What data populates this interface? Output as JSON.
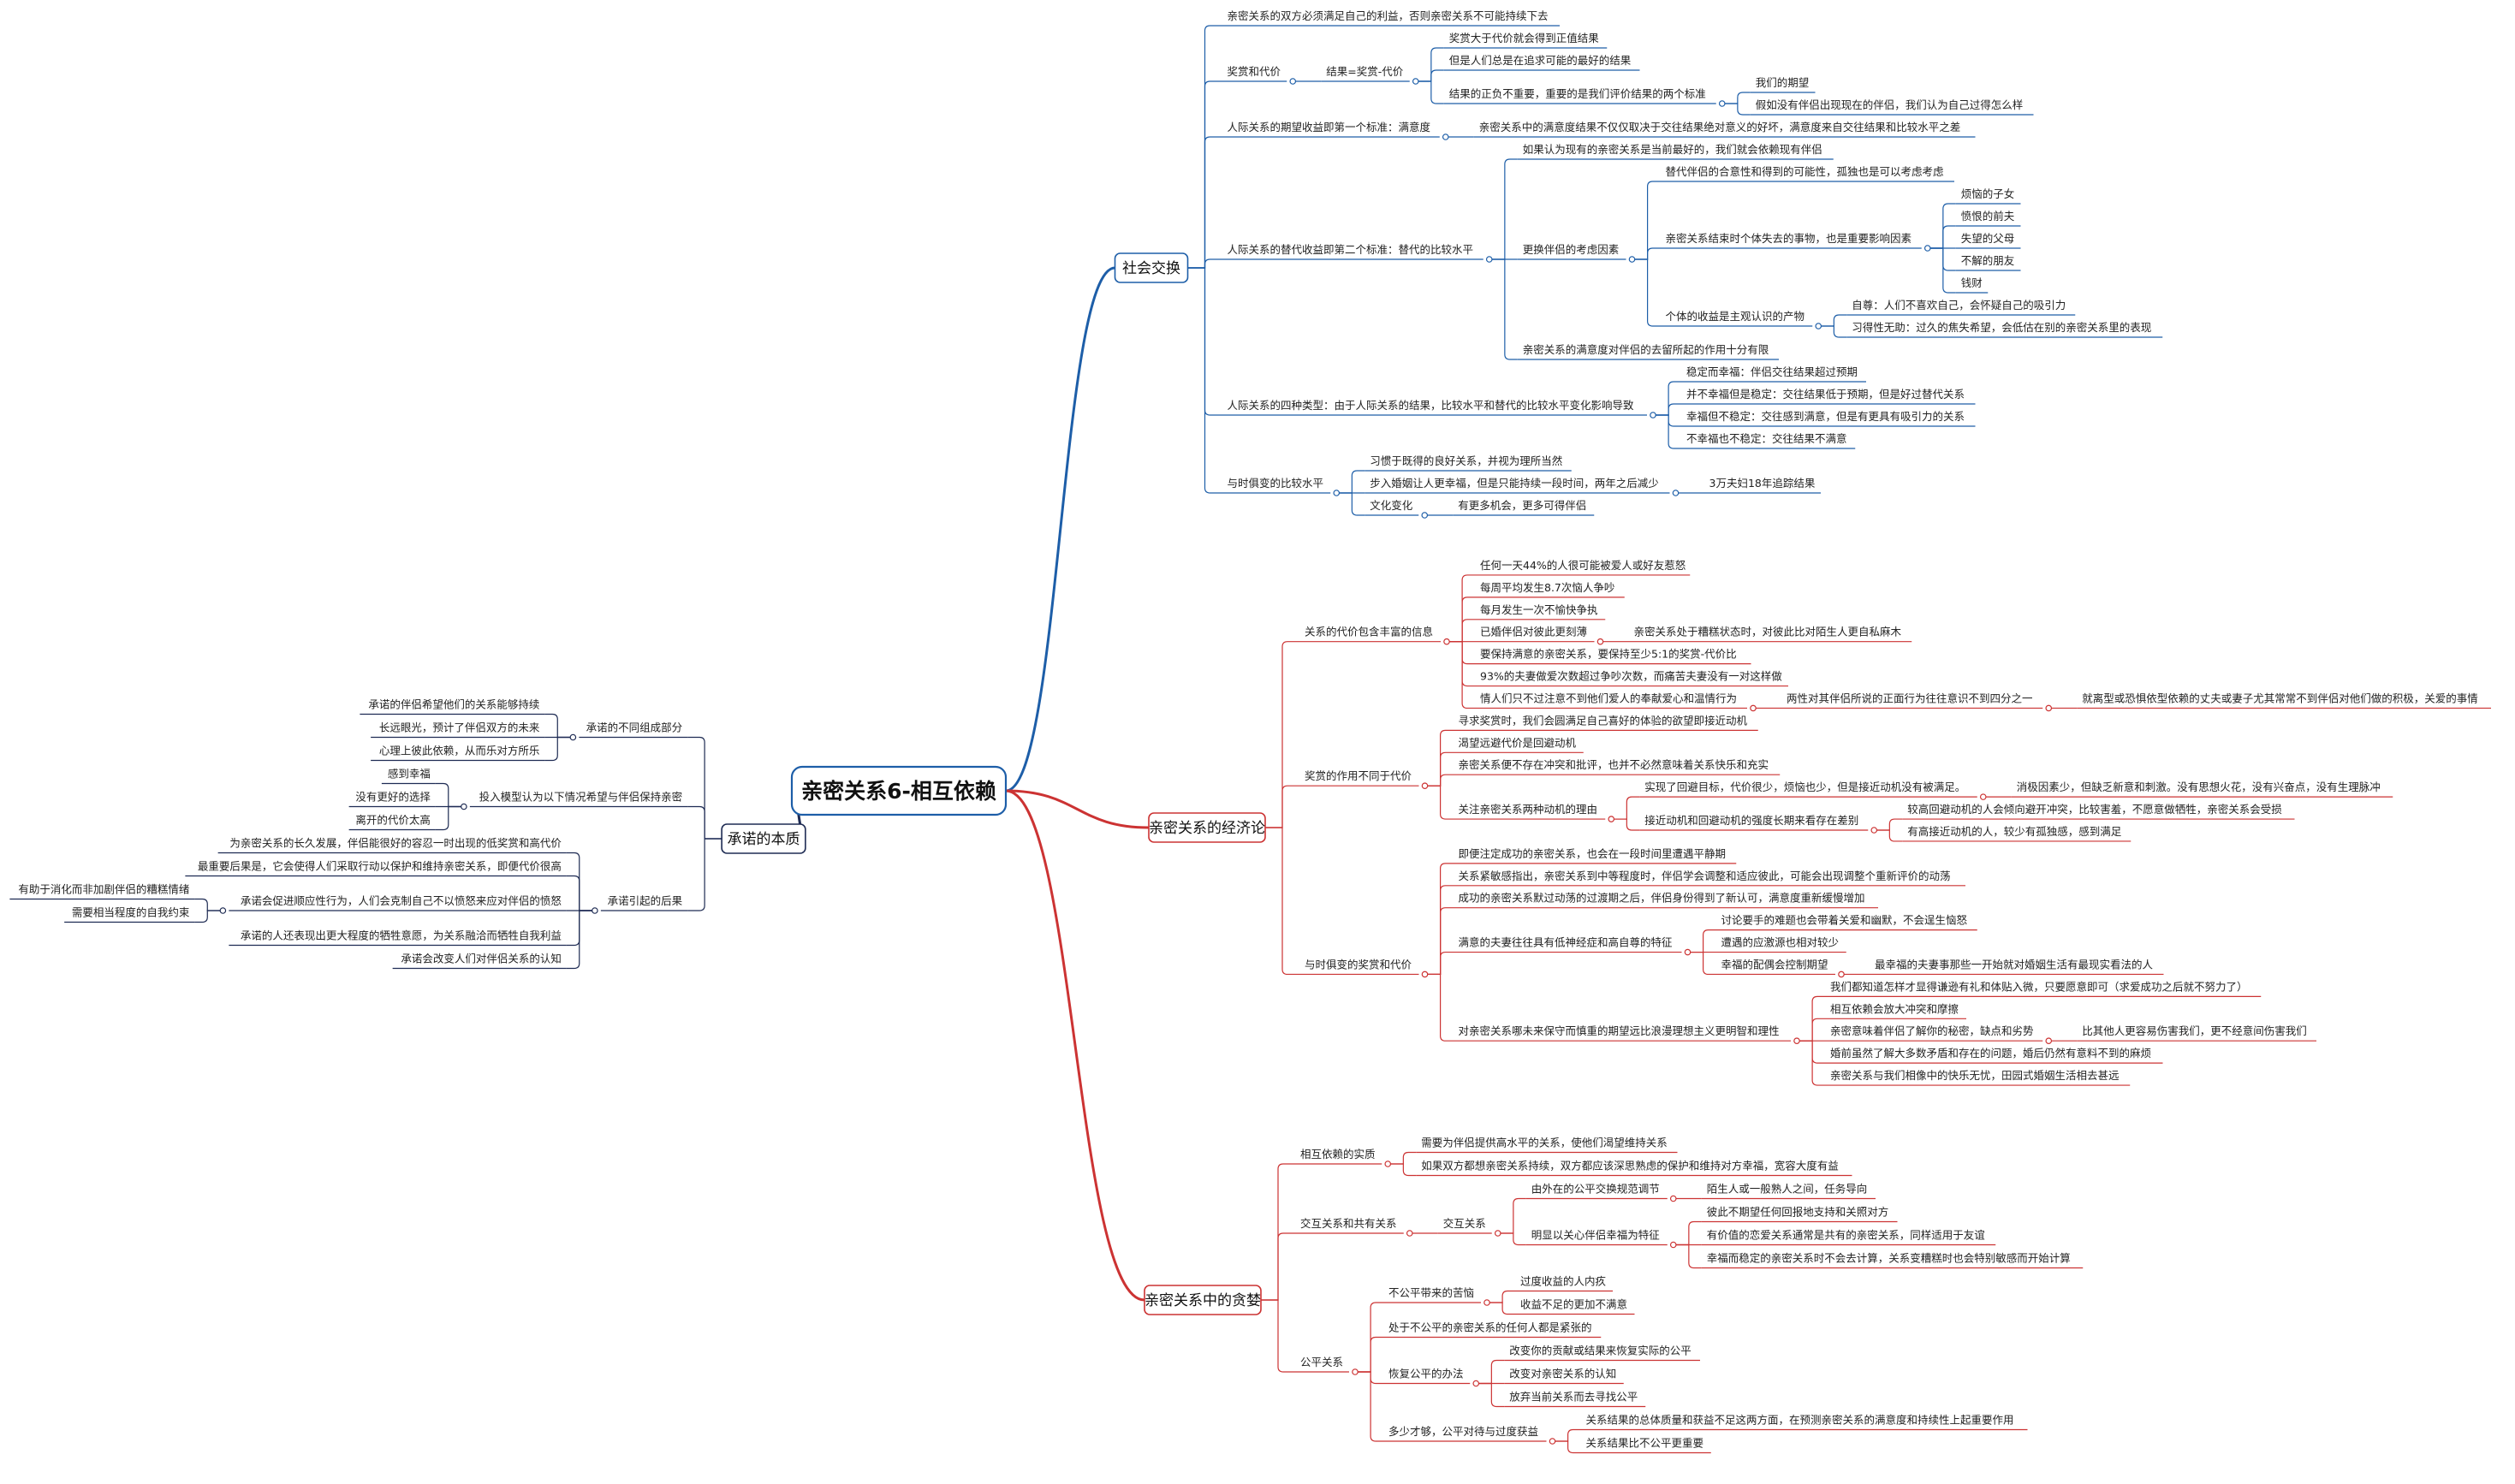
{
  "colors": {
    "blue": "#1d5ea8",
    "red": "#cc3333",
    "navy": "#1e2b53",
    "text": "#222222",
    "node_fill": "#ffffff"
  },
  "root": "亲密关系6-相互依赖",
  "branches": [
    {
      "label": "社会交换",
      "color": "#1d5ea8",
      "children": [
        {
          "label": "亲密关系的双方必须满足自己的利益，否则亲密关系不可能持续下去"
        },
        {
          "label": "奖赏和代价",
          "children": [
            {
              "label": "结果=奖赏-代价",
              "children": [
                {
                  "label": "奖赏大于代价就会得到正值结果"
                },
                {
                  "label": "但是人们总是在追求可能的最好的结果"
                },
                {
                  "label": "结果的正负不重要，重要的是我们评价结果的两个标准",
                  "children": [
                    {
                      "label": "我们的期望"
                    },
                    {
                      "label": "假如没有伴侣出现现在的伴侣，我们认为自己过得怎么样"
                    }
                  ]
                }
              ]
            }
          ]
        },
        {
          "label": "人际关系的期望收益即第一个标准：满意度",
          "children": [
            {
              "label": "亲密关系中的满意度结果不仅仅取决于交往结果绝对意义的好坏，满意度来自交往结果和比较水平之差"
            }
          ]
        },
        {
          "label": "人际关系的替代收益即第二个标准：替代的比较水平",
          "children": [
            {
              "label": "如果认为现有的亲密关系是当前最好的，我们就会依赖现有伴侣"
            },
            {
              "label": "更换伴侣的考虑因素",
              "children": [
                {
                  "label": "替代伴侣的合意性和得到的可能性，孤独也是可以考虑考虑"
                },
                {
                  "label": "亲密关系结束时个体失去的事物，也是重要影响因素",
                  "children": [
                    {
                      "label": "烦恼的子女"
                    },
                    {
                      "label": "愤恨的前夫"
                    },
                    {
                      "label": "失望的父母"
                    },
                    {
                      "label": "不解的朋友"
                    },
                    {
                      "label": "钱财"
                    }
                  ]
                },
                {
                  "label": "个体的收益是主观认识的产物",
                  "children": [
                    {
                      "label": "自尊：人们不喜欢自己，会怀疑自己的吸引力"
                    },
                    {
                      "label": "习得性无助：过久的焦失希望，会低估在别的亲密关系里的表现"
                    }
                  ]
                }
              ]
            },
            {
              "label": "亲密关系的满意度对伴侣的去留所起的作用十分有限"
            }
          ]
        },
        {
          "label": "人际关系的四种类型：由于人际关系的结果，比较水平和替代的比较水平变化影响导致",
          "children": [
            {
              "label": "稳定而幸福：伴侣交往结果超过预期"
            },
            {
              "label": "并不幸福但是稳定：交往结果低于预期，但是好过替代关系"
            },
            {
              "label": "幸福但不稳定：交往感到满意，但是有更具有吸引力的关系"
            },
            {
              "label": "不幸福也不稳定：交往结果不满意"
            }
          ]
        },
        {
          "label": "与时俱变的比较水平",
          "children": [
            {
              "label": "习惯于既得的良好关系，并视为理所当然"
            },
            {
              "label": "步入婚姻让人更幸福，但是只能持续一段时间，两年之后减少",
              "children": [
                {
                  "label": "3万夫妇18年追踪结果"
                }
              ]
            },
            {
              "label": "文化变化",
              "children": [
                {
                  "label": "有更多机会，更多可得伴侣"
                }
              ]
            }
          ]
        }
      ]
    },
    {
      "label": "亲密关系的经济论",
      "color": "#cc3333",
      "children": [
        {
          "label": "关系的代价包含丰富的信息",
          "children": [
            {
              "label": "任何一天44%的人很可能被爱人或好友惹怒"
            },
            {
              "label": "每周平均发生8.7次恼人争吵"
            },
            {
              "label": "每月发生一次不愉快争执"
            },
            {
              "label": "已婚伴侣对彼此更刻薄",
              "children": [
                {
                  "label": "亲密关系处于糟糕状态时，对彼此比对陌生人更自私麻木"
                }
              ]
            },
            {
              "label": "要保持满意的亲密关系，要保持至少5:1的奖赏-代价比"
            },
            {
              "label": "93%的夫妻做爱次数超过争吵次数，而痛苦夫妻没有一对这样做"
            },
            {
              "label": "情人们只不过注意不到他们爱人的奉献爱心和温情行为",
              "children": [
                {
                  "label": "两性对其伴侣所说的正面行为往往意识不到四分之一",
                  "children": [
                    {
                      "label": "就离型或恐惧依型依赖的丈夫或妻子尤其常常不到伴侣对他们做的积极，关爱的事情"
                    }
                  ]
                }
              ]
            }
          ]
        },
        {
          "label": "奖赏的作用不同于代价",
          "children": [
            {
              "label": "寻求奖赏时，我们会圆满足自己喜好的体验的欲望即接近动机"
            },
            {
              "label": "渴望远避代价是回避动机"
            },
            {
              "label": "亲密关系便不存在冲突和批评，也并不必然意味着关系快乐和充实"
            },
            {
              "label": "关注亲密关系两种动机的理由",
              "children": [
                {
                  "label": "实现了回避目标，代价很少，烦恼也少，但是接近动机没有被满足。",
                  "children": [
                    {
                      "label": "消极因素少，但缺乏新意和刺激。没有思想火花，没有兴奋点，没有生理脉冲"
                    }
                  ]
                },
                {
                  "label": "接近动机和回避动机的强度长期来看存在差别",
                  "children": [
                    {
                      "label": "较高回避动机的人会倾向避开冲突，比较害羞，不愿意做牺牲，亲密关系会受损"
                    },
                    {
                      "label": "有高接近动机的人，较少有孤独感，感到满足"
                    }
                  ]
                }
              ]
            }
          ]
        },
        {
          "label": "与时俱变的奖赏和代价",
          "children": [
            {
              "label": "即便注定成功的亲密关系，也会在一段时间里遭遇平静期"
            },
            {
              "label": "关系紧敏感指出，亲密关系到中等程度时，伴侣学会调整和适应彼此，可能会出现调整个重新评价的动荡"
            },
            {
              "label": "成功的亲密关系默过动荡的过渡期之后，伴侣身份得到了新认可，满意度重新缓慢增加"
            },
            {
              "label": "满意的夫妻往往具有低神经症和高自尊的特征",
              "children": [
                {
                  "label": "讨论要手的难题也会带着关爱和幽默，不会逞生恼怒"
                },
                {
                  "label": "遭遇的应激源也相对较少"
                },
                {
                  "label": "幸福的配偶会控制期望",
                  "children": [
                    {
                      "label": "最幸福的夫妻事那些一开始就对婚姻生活有最现实看法的人"
                    }
                  ]
                }
              ]
            },
            {
              "label": "对亲密关系哪未来保守而慎重的期望远比浪漫理想主义更明智和理性",
              "children": [
                {
                  "label": "我们都知道怎样才显得谦逊有礼和体贴入微，只要愿意即可（求爱成功之后就不努力了）"
                },
                {
                  "label": "相互依赖会放大冲突和摩擦"
                },
                {
                  "label": "亲密意味着伴侣了解你的秘密，缺点和劣势",
                  "children": [
                    {
                      "label": "比其他人更容易伤害我们，更不经意间伤害我们"
                    }
                  ]
                },
                {
                  "label": "婚前虽然了解大多数矛盾和存在的问题，婚后仍然有意料不到的麻烦"
                },
                {
                  "label": "亲密关系与我们相像中的快乐无忧，田园式婚姻生活相去甚远"
                }
              ]
            }
          ]
        }
      ]
    },
    {
      "label": "亲密关系中的贪婪",
      "color": "#cc3333",
      "children": [
        {
          "label": "相互依赖的实质",
          "children": [
            {
              "label": "需要为伴侣提供高水平的关系，使他们渴望维持关系"
            },
            {
              "label": "如果双方都想亲密关系持续，双方都应该深思熟虑的保护和维持对方幸福，宽容大度有益"
            }
          ]
        },
        {
          "label": "交互关系和共有关系",
          "children": [
            {
              "label": "交互关系",
              "children": [
                {
                  "label": "由外在的公平交换规范调节",
                  "children": [
                    {
                      "label": "陌生人或一般熟人之间，任务导向"
                    }
                  ]
                },
                {
                  "label": "明显以关心伴侣幸福为特征",
                  "children": [
                    {
                      "label": "彼此不期望任何回报地支持和关照对方"
                    },
                    {
                      "label": "有价值的恋爱关系通常是共有的亲密关系，同样适用于友谊"
                    },
                    {
                      "label": "幸福而稳定的亲密关系时不会去计算，关系变糟糕时也会特别敏感而开始计算"
                    }
                  ]
                }
              ]
            }
          ]
        },
        {
          "label": "公平关系",
          "children": [
            {
              "label": "不公平带来的苦恼",
              "children": [
                {
                  "label": "过度收益的人内疚"
                },
                {
                  "label": "收益不足的更加不满意"
                }
              ]
            },
            {
              "label": "处于不公平的亲密关系的任何人都是紧张的"
            },
            {
              "label": "恢复公平的办法",
              "children": [
                {
                  "label": "改变你的贡献或结果来恢复实际的公平"
                },
                {
                  "label": "改变对亲密关系的认知"
                },
                {
                  "label": "放弃当前关系而去寻找公平"
                }
              ]
            },
            {
              "label": "多少才够，公平对待与过度获益",
              "children": [
                {
                  "label": "关系结果的总体质量和获益不足这两方面，在预测亲密关系的满意度和持续性上起重要作用"
                },
                {
                  "label": "关系结果比不公平更重要"
                }
              ]
            }
          ]
        }
      ]
    },
    {
      "label": "承诺的本质",
      "color": "#1e2b53",
      "children": [
        {
          "label": "承诺的不同组成部分",
          "children": [
            {
              "label": "承诺的伴侣希望他们的关系能够持续"
            },
            {
              "label": "长远眼光，预计了伴侣双方的未来"
            },
            {
              "label": "心理上彼此依赖，从而乐对方所乐"
            }
          ]
        },
        {
          "label": "投入模型认为以下情况希望与伴侣保持亲密",
          "children": [
            {
              "label": "感到幸福"
            },
            {
              "label": "没有更好的选择"
            },
            {
              "label": "离开的代价太高"
            }
          ]
        },
        {
          "label": "承诺引起的后果",
          "children": [
            {
              "label": "为亲密关系的长久发展，伴侣能很好的容忍一时出现的低奖赏和高代价"
            },
            {
              "label": "最重要后果是，它会使得人们采取行动以保护和维持亲密关系，即便代价很高"
            },
            {
              "label": "承诺会促进顺应性行为，人们会克制自己不以愤怒来应对伴侣的愤怒",
              "children": [
                {
                  "label": "有助于消化而非加剧伴侣的糟糕情绪"
                },
                {
                  "label": "需要相当程度的自我约束"
                }
              ]
            },
            {
              "label": "承诺的人还表现出更大程度的牺牲意愿，为关系融洽而牺牲自我利益"
            },
            {
              "label": "承诺会改变人们对伴侣关系的认知"
            }
          ]
        }
      ]
    }
  ]
}
